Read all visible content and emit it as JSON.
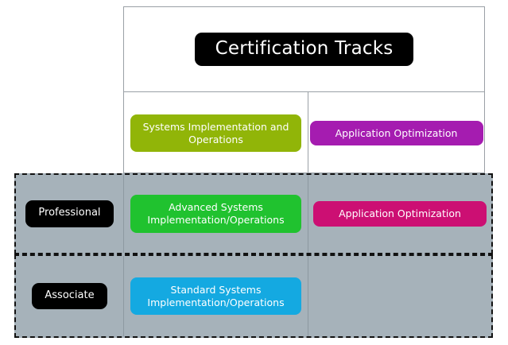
{
  "diagram": {
    "title": "Certification Tracks",
    "columns": [
      {
        "key": "systems",
        "name": "Systems Implementation and Operations"
      },
      {
        "key": "application",
        "name": "Application Optimization"
      }
    ],
    "header_row": {
      "cells": [
        {
          "label": "Systems Implementation and Operations",
          "color": "#91b508"
        },
        {
          "label": "Application Optimization",
          "color": "#a51cb0"
        }
      ]
    },
    "levels": [
      {
        "key": "professional",
        "label": "Professional",
        "cells": [
          {
            "label": "Advanced Systems Implementation/Operations",
            "color": "#20c22f"
          },
          {
            "label": "Application Optimization",
            "color": "#cc0f73"
          }
        ]
      },
      {
        "key": "associate",
        "label": "Associate",
        "cells": [
          {
            "label": "Standard Systems Implementation/Operations",
            "color": "#14a9e1"
          },
          {
            "label": "",
            "color": ""
          }
        ]
      }
    ],
    "colors": {
      "title_pill_bg": "#000000",
      "level_pill_bg": "#000000",
      "panel_gray": "#a6b2ba",
      "table_border": "#9aa0a6",
      "dashed_border": "#111111",
      "badge_olive": "#91b508",
      "badge_purple": "#a51cb0",
      "badge_green": "#20c22f",
      "badge_magenta": "#cc0f73",
      "badge_blue": "#14a9e1"
    }
  }
}
